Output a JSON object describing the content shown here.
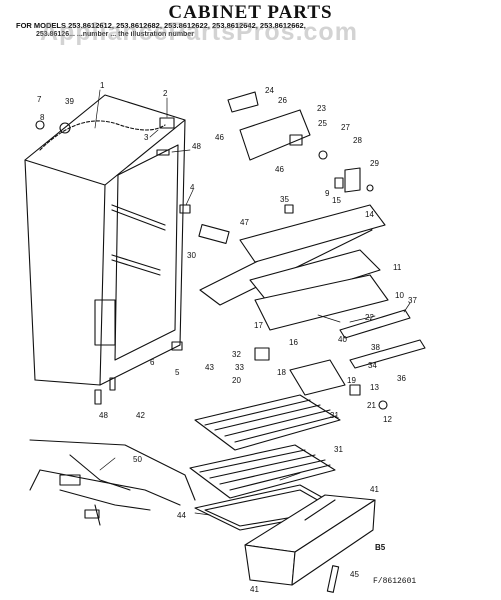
{
  "header": {
    "title": "CABINET PARTS",
    "models_line": "FOR MODELS 253.8612612, 253.8612682, 253.8612622, 253.8612642, 253.8612662,",
    "second_line": "253.86126... ...number ... the illustration number",
    "watermark": "AppliancePartsPros.com"
  },
  "diagram": {
    "callouts": [
      {
        "id": "1",
        "label": "1"
      },
      {
        "id": "2",
        "label": "2"
      },
      {
        "id": "3",
        "label": "3"
      },
      {
        "id": "4",
        "label": "4"
      },
      {
        "id": "5",
        "label": "5"
      },
      {
        "id": "6",
        "label": "6"
      },
      {
        "id": "7",
        "label": "7"
      },
      {
        "id": "8",
        "label": "8"
      },
      {
        "id": "9",
        "label": "9"
      },
      {
        "id": "10",
        "label": "10"
      },
      {
        "id": "11",
        "label": "11"
      },
      {
        "id": "12",
        "label": "12"
      },
      {
        "id": "13",
        "label": "13"
      },
      {
        "id": "14",
        "label": "14"
      },
      {
        "id": "15",
        "label": "15"
      },
      {
        "id": "16",
        "label": "16"
      },
      {
        "id": "17",
        "label": "17"
      },
      {
        "id": "18",
        "label": "18"
      },
      {
        "id": "19",
        "label": "19"
      },
      {
        "id": "20",
        "label": "20"
      },
      {
        "id": "21",
        "label": "21"
      },
      {
        "id": "22",
        "label": "22"
      },
      {
        "id": "23",
        "label": "23"
      },
      {
        "id": "24",
        "label": "24"
      },
      {
        "id": "25",
        "label": "25"
      },
      {
        "id": "26",
        "label": "26"
      },
      {
        "id": "27",
        "label": "27"
      },
      {
        "id": "28",
        "label": "28"
      },
      {
        "id": "29",
        "label": "29"
      },
      {
        "id": "30",
        "label": "30"
      },
      {
        "id": "31a",
        "label": "31"
      },
      {
        "id": "31b",
        "label": "31"
      },
      {
        "id": "32",
        "label": "32"
      },
      {
        "id": "33",
        "label": "33"
      },
      {
        "id": "34",
        "label": "34"
      },
      {
        "id": "35",
        "label": "35"
      },
      {
        "id": "36",
        "label": "36"
      },
      {
        "id": "37",
        "label": "37"
      },
      {
        "id": "38",
        "label": "38"
      },
      {
        "id": "39",
        "label": "39"
      },
      {
        "id": "40",
        "label": "40"
      },
      {
        "id": "41a",
        "label": "41"
      },
      {
        "id": "41b",
        "label": "41"
      },
      {
        "id": "42",
        "label": "42"
      },
      {
        "id": "43",
        "label": "43"
      },
      {
        "id": "44",
        "label": "44"
      },
      {
        "id": "45",
        "label": "45"
      },
      {
        "id": "46a",
        "label": "46"
      },
      {
        "id": "46b",
        "label": "46"
      },
      {
        "id": "47",
        "label": "47"
      },
      {
        "id": "48a",
        "label": "48"
      },
      {
        "id": "48b",
        "label": "48"
      },
      {
        "id": "50",
        "label": "50"
      }
    ]
  },
  "footer": {
    "code": "B5",
    "figure": "F/8612601"
  }
}
